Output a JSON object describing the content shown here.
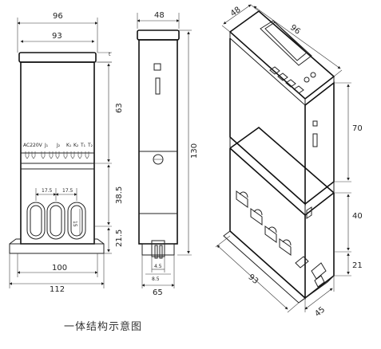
{
  "caption": "一体结构示意图",
  "front_view": {
    "dims": {
      "width_outer": "96",
      "width_inner": "93",
      "top_height": "63",
      "mid_height": "38.5",
      "bottom_height": "21.5",
      "base_inner": "100",
      "base_outer": "112"
    },
    "terminal_labels": [
      "AC220V",
      "J₁",
      "J₂",
      "K₁",
      "K₂",
      "T₁",
      "T₂"
    ],
    "hole_spacing_1": "17.5",
    "hole_spacing_2": "17.5",
    "hole_diameter": "15",
    "small_t": "t"
  },
  "side_view": {
    "dims": {
      "depth": "48",
      "height": "130",
      "base_depth": "65",
      "slot_a": "8.5",
      "slot_b": "4.5"
    }
  },
  "iso_view": {
    "dims": {
      "top_depth": "48",
      "top_width": "96",
      "upper_height": "70",
      "mid_height": "40",
      "low_height": "21",
      "base_length": "93",
      "base_depth": "45"
    }
  }
}
